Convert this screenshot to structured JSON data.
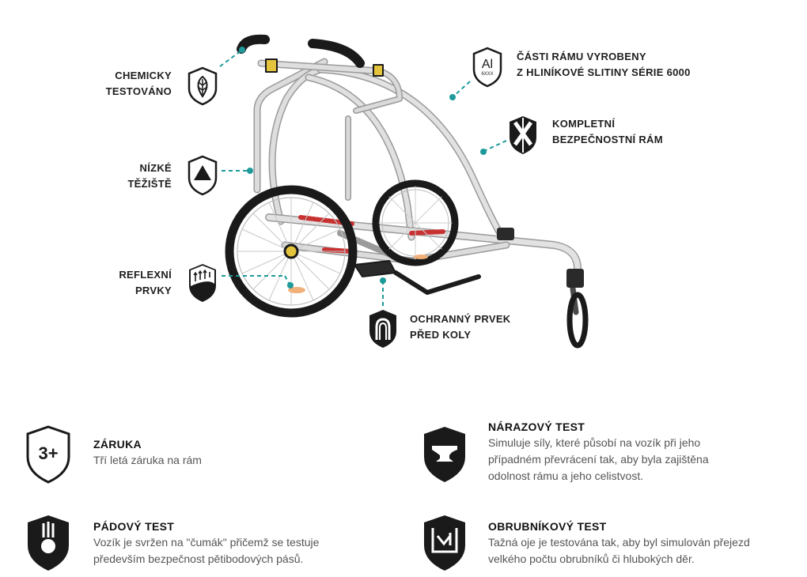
{
  "colors": {
    "accent": "#1e9a9a",
    "dark": "#111111",
    "frame": "#c9c9c9"
  },
  "callouts": {
    "chemicky": {
      "lines": [
        "CHEMICKY",
        "TESTOVÁNO"
      ],
      "icon": "leaf-shield-icon"
    },
    "nizke": {
      "lines": [
        "NÍZKÉ",
        "TĚŽIŠTĚ"
      ],
      "icon": "triangle-shield-icon"
    },
    "reflexni": {
      "lines": [
        "REFLEXNÍ",
        "PRVKY"
      ],
      "icon": "reflective-shield-icon"
    },
    "ochranny": {
      "lines": [
        "OCHRANNÝ PRVEK",
        "PŘED KOLY"
      ],
      "icon": "wheel-guard-shield-icon"
    },
    "casti": {
      "lines": [
        "ČÁSTI RÁMU VYROBENY",
        "Z HLINÍKOVÉ SLITINY SÉRIE 6000"
      ],
      "icon": "aluminium-shield-icon",
      "badge_main": "Al",
      "badge_sub": "6XXX"
    },
    "kompletni": {
      "lines": [
        "KOMPLETNÍ",
        "BEZPEČNOSTNÍ RÁM"
      ],
      "icon": "cross-shield-icon"
    }
  },
  "features": [
    {
      "title": "ZÁRUKA",
      "desc": [
        "Tří letá záruka na rám"
      ],
      "icon": "warranty-shield-icon",
      "badge": "3+"
    },
    {
      "title": "NÁRAZOVÝ TEST",
      "desc": [
        "Simuluje síly, které působí na vozík při jeho",
        "případném převrácení tak, aby byla zajištěna",
        "odolnost rámu a jeho celistvost."
      ],
      "icon": "anvil-shield-icon"
    },
    {
      "title": "PÁDOVÝ TEST",
      "desc": [
        "Vozík je svržen na \"čumák\" přičemž se testuje",
        "především bezpečnost pětibodových pásů."
      ],
      "icon": "drop-test-shield-icon"
    },
    {
      "title": "OBRUBNÍKOVÝ TEST",
      "desc": [
        "Tažná oje je testována tak, aby byl simulován přejezd",
        "velkého počtu obrubníků či hlubokých děr."
      ],
      "icon": "curb-test-shield-icon"
    }
  ]
}
